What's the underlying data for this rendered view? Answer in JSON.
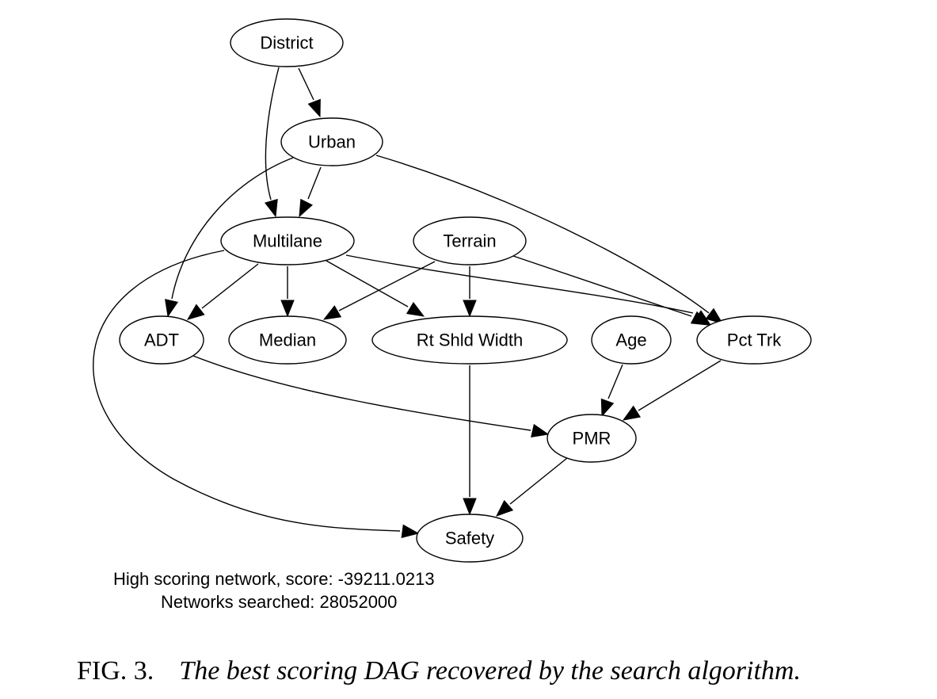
{
  "diagram": {
    "nodes": [
      {
        "id": "district",
        "label": "District"
      },
      {
        "id": "urban",
        "label": "Urban"
      },
      {
        "id": "multilane",
        "label": "Multilane"
      },
      {
        "id": "terrain",
        "label": "Terrain"
      },
      {
        "id": "adt",
        "label": "ADT"
      },
      {
        "id": "median",
        "label": "Median"
      },
      {
        "id": "rtshld",
        "label": "Rt Shld Width"
      },
      {
        "id": "age",
        "label": "Age"
      },
      {
        "id": "pcttrk",
        "label": "Pct Trk"
      },
      {
        "id": "pmr",
        "label": "PMR"
      },
      {
        "id": "safety",
        "label": "Safety"
      }
    ],
    "edges": [
      {
        "from": "district",
        "to": "urban"
      },
      {
        "from": "district",
        "to": "multilane"
      },
      {
        "from": "urban",
        "to": "multilane"
      },
      {
        "from": "urban",
        "to": "adt"
      },
      {
        "from": "urban",
        "to": "pcttrk"
      },
      {
        "from": "multilane",
        "to": "adt"
      },
      {
        "from": "multilane",
        "to": "median"
      },
      {
        "from": "multilane",
        "to": "rtshld"
      },
      {
        "from": "multilane",
        "to": "pcttrk"
      },
      {
        "from": "multilane",
        "to": "safety"
      },
      {
        "from": "terrain",
        "to": "median"
      },
      {
        "from": "terrain",
        "to": "rtshld"
      },
      {
        "from": "terrain",
        "to": "pcttrk"
      },
      {
        "from": "adt",
        "to": "pmr"
      },
      {
        "from": "rtshld",
        "to": "safety"
      },
      {
        "from": "age",
        "to": "pmr"
      },
      {
        "from": "pcttrk",
        "to": "pmr"
      },
      {
        "from": "pmr",
        "to": "safety"
      }
    ]
  },
  "info": {
    "score_line": "High scoring network, score: -39211.0213",
    "searched_line": "Networks searched: 28052000"
  },
  "caption": {
    "figure_label": "FIG. 3.",
    "text": "The best scoring DAG recovered by the search algorithm."
  }
}
